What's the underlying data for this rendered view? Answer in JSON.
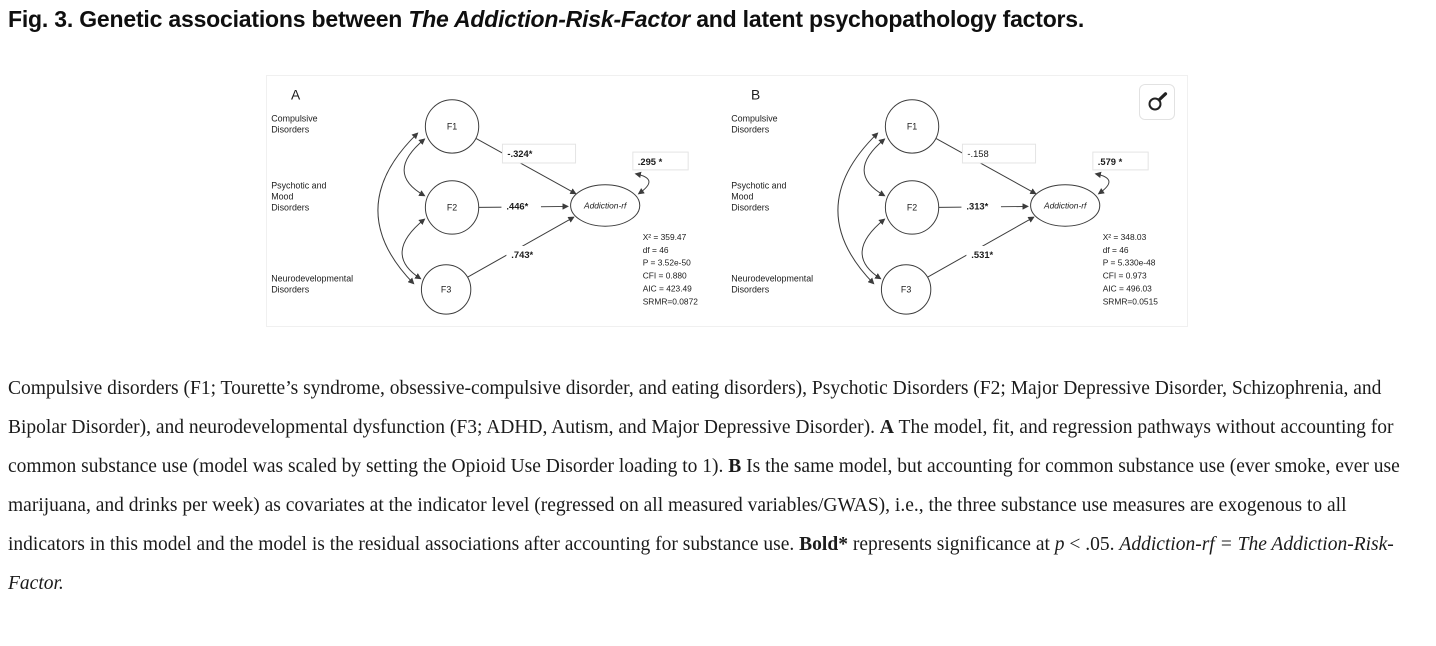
{
  "title": {
    "prefix": "Fig. 3. Genetic associations between ",
    "italic": "The Addiction-Risk-Factor",
    "suffix": " and latent psychopathology factors."
  },
  "figure": {
    "panels": [
      {
        "label": "A",
        "factors": [
          {
            "lines": [
              "Compulsive",
              "Disorders"
            ],
            "node": "F1",
            "coef": "-.324*"
          },
          {
            "lines": [
              "Psychotic and",
              "Mood",
              "Disorders"
            ],
            "node": "F2",
            "coef": ".446*"
          },
          {
            "lines": [
              "Neurodevelopmental",
              "Disorders"
            ],
            "node": "F3",
            "coef": ".743*"
          }
        ],
        "latent": "Addiction-rf",
        "residual": ".295 *",
        "fit": [
          "X² = 359.47",
          "df = 46",
          "P = 3.52e-50",
          "CFI = 0.880",
          "AIC = 423.49",
          "SRMR=0.0872"
        ]
      },
      {
        "label": "B",
        "factors": [
          {
            "lines": [
              "Compulsive",
              "Disorders"
            ],
            "node": "F1",
            "coef": "-.158"
          },
          {
            "lines": [
              "Psychotic and",
              "Mood",
              "Disorders"
            ],
            "node": "F2",
            "coef": ".313*"
          },
          {
            "lines": [
              "Neurodevelopmental",
              "Disorders"
            ],
            "node": "F3",
            "coef": ".531*"
          }
        ],
        "latent": "Addiction-rf",
        "residual": ".579 *",
        "fit": [
          "X² = 348.03",
          "df = 46",
          "P = 5.330e-48",
          "CFI = 0.973",
          "AIC = 496.03",
          "SRMR=0.0515"
        ]
      }
    ]
  },
  "caption": {
    "segments": [
      {
        "text": "Compulsive disorders (F1; Tourette’s syndrome, obsessive-compulsive disorder, and eating disorders), Psychotic Disorders (F2; Major Depressive Disorder, Schizophrenia, and Bipolar Disorder), and neurodevelopmental dysfunction (F3; ADHD, Autism, and Major Depressive Disorder). ",
        "style": "normal"
      },
      {
        "text": "A",
        "style": "bold"
      },
      {
        "text": " The model, fit, and regression pathways without accounting for common substance use (model was scaled by setting the Opioid Use Disorder loading to 1). ",
        "style": "normal"
      },
      {
        "text": "B",
        "style": "bold"
      },
      {
        "text": " Is the same model, but accounting for common substance use (ever smoke, ever use marijuana, and drinks per week) as covariates at the indicator level (regressed on all measured variables/GWAS), i.e., the three substance use measures are exogenous to all indicators in this model and the model is the residual associations after accounting for substance use. ",
        "style": "normal"
      },
      {
        "text": "Bold*",
        "style": "bold"
      },
      {
        "text": " represents significance at ",
        "style": "normal"
      },
      {
        "text": "p",
        "style": "italic"
      },
      {
        "text": " < .05. ",
        "style": "normal"
      },
      {
        "text": "Addiction-rf = The Addiction-Risk-Factor.",
        "style": "italic"
      }
    ]
  }
}
